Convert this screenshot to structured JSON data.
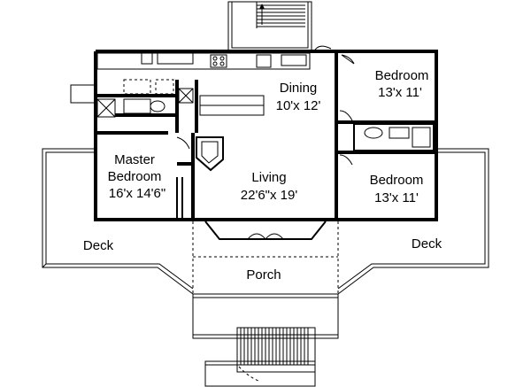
{
  "rooms": {
    "dining": {
      "name": "Dining",
      "size": "10'x 12'"
    },
    "bedroom_top": {
      "name": "Bedroom",
      "size": "13'x 11'"
    },
    "master": {
      "name_line1": "Master",
      "name_line2": "Bedroom",
      "size": "16'x 14'6\""
    },
    "living": {
      "name": "Living",
      "size": "22'6\"x 19'"
    },
    "bedroom_right": {
      "name": "Bedroom",
      "size": "13'x 11'"
    },
    "porch": {
      "name": "Porch"
    }
  },
  "decks": {
    "left": "Deck",
    "right": "Deck"
  }
}
